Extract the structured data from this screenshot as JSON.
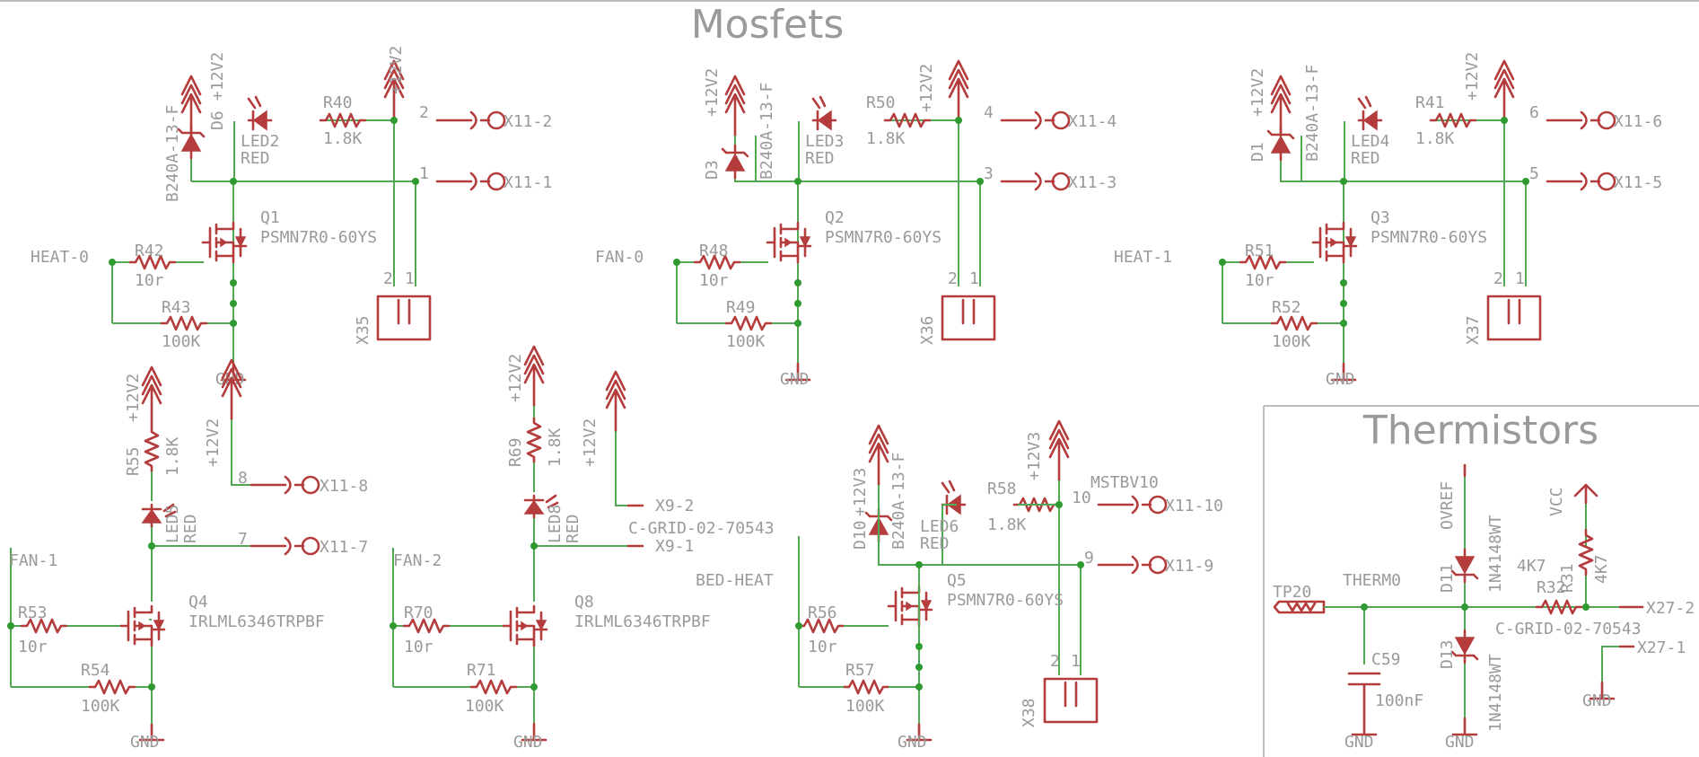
{
  "titles": {
    "mosfets": "Mosfets",
    "thermistors": "Thermistors"
  },
  "l": {
    "mosfet_part": "PSMN7R0-60YS",
    "small_mosfet_part": "IRLML6346TRPBF",
    "diode_part": "B240A-13-F",
    "d1n": "1N4148WT",
    "grid": "C-GRID-02-70543",
    "rail": "+12V2",
    "rail3": "+12V3",
    "gnd": "GND",
    "vcc": "VCC",
    "ovref": "OVREF",
    "red": "RED",
    "r18k": "1.8K",
    "r10": "10r",
    "r100k": "100K",
    "r4k7": "4K7",
    "c100nf": "100nF",
    "p1": "1",
    "p2": "2",
    "p3": "3",
    "p4": "4",
    "p5": "5",
    "p6": "6",
    "p7": "7",
    "p8": "8",
    "p9": "9",
    "p10": "10",
    "x11_1": "X11-1",
    "x11_2": "X11-2",
    "x11_3": "X11-3",
    "x11_4": "X11-4",
    "x11_5": "X11-5",
    "x11_6": "X11-6",
    "x11_7": "X11-7",
    "x11_8": "X11-8",
    "x11_9": "X11-9",
    "x11_10": "X11-10",
    "x9_1": "X9-1",
    "x9_2": "X9-2",
    "x27_1": "X27-1",
    "x27_2": "X27-2",
    "x35": "X35",
    "x36": "X36",
    "x37": "X37",
    "x38": "X38",
    "heat0": "HEAT-0",
    "heat1": "HEAT-1",
    "fan0": "FAN-0",
    "fan1": "FAN-1",
    "fan2": "FAN-2",
    "bedheat": "BED-HEAT",
    "mstbv10": "MSTBV10",
    "therm0": "THERM0",
    "tp20": "TP20",
    "q1": "Q1",
    "q2": "Q2",
    "q3": "Q3",
    "q4": "Q4",
    "q5": "Q5",
    "q8": "Q8",
    "d1": "D1",
    "d3": "D3",
    "d6": "D6",
    "d10": "D10",
    "d11": "D11",
    "d13": "D13",
    "led2": "LED2",
    "led3": "LED3",
    "led4": "LED4",
    "led5": "LED5",
    "led6": "LED6",
    "led8": "LED8",
    "r31": "R31",
    "r32": "R32",
    "r40": "R40",
    "r41": "R41",
    "r42": "R42",
    "r43": "R43",
    "r48": "R48",
    "r49": "R49",
    "r50": "R50",
    "r51": "R51",
    "r52": "R52",
    "r53": "R53",
    "r54": "R54",
    "r55": "R55",
    "r56": "R56",
    "r57": "R57",
    "r58": "R58",
    "r69": "R69",
    "r70": "R70",
    "r71": "R71",
    "c59": "C59"
  }
}
